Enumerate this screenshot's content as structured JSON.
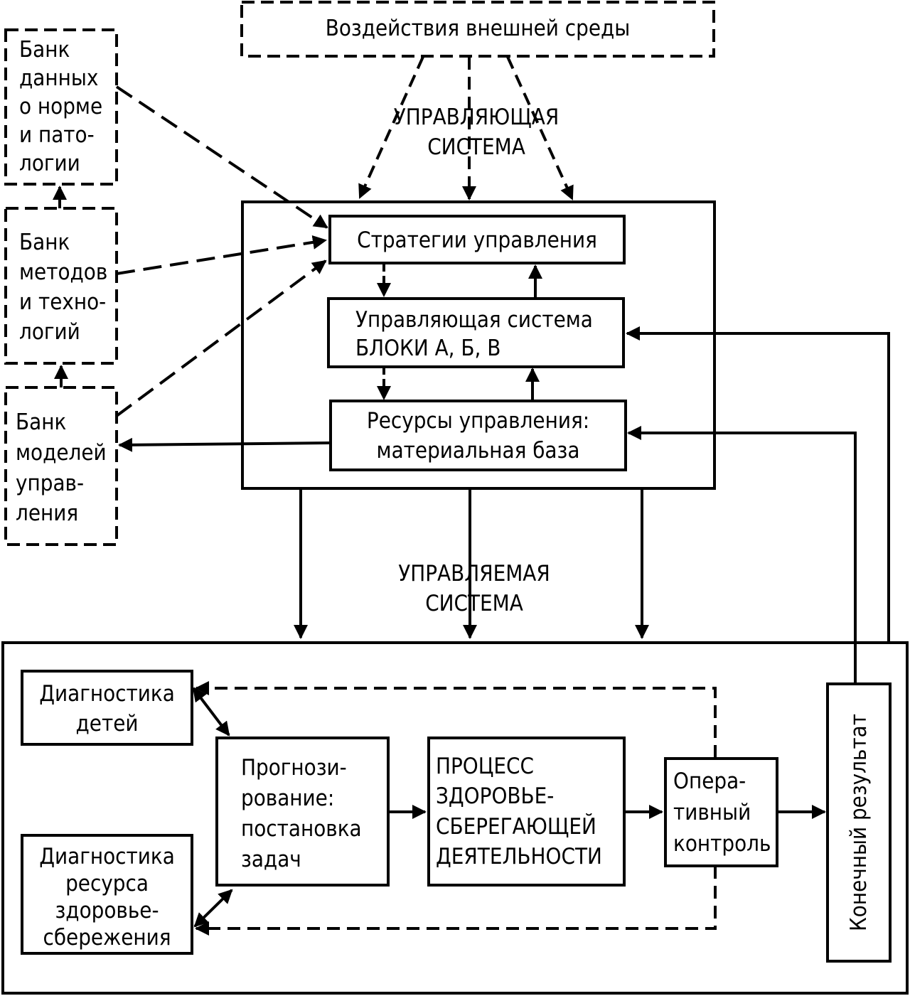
{
  "external": {
    "label": "Воздействия внешней среды"
  },
  "banks": {
    "data_bank": [
      "Банк",
      "данных",
      "о норме",
      "и пато-",
      "логии"
    ],
    "methods_bank": [
      "Банк",
      "методов",
      "и техно-",
      "логий"
    ],
    "models_bank": [
      "Банк",
      "моделей",
      "управ-",
      "ления"
    ]
  },
  "control_system": {
    "section_label": [
      "УПРАВЛЯЮЩАЯ",
      "СИСТЕМА"
    ],
    "strategies": "Стратегии управления",
    "control_blocks": [
      "Управляющая система",
      "БЛОКИ А, Б, В"
    ],
    "resources": [
      "Ресурсы управления:",
      "материальная база"
    ]
  },
  "managed_system": {
    "section_label": [
      "УПРАВЛЯЕМАЯ",
      "СИСТЕМА"
    ],
    "diagnostics_children": [
      "Диагностика",
      "детей"
    ],
    "diagnostics_resource": [
      "Диагностика",
      "ресурса",
      "здоровье-",
      "сбережения"
    ],
    "forecasting": [
      "Прогнози-",
      "рование:",
      "постановка",
      "задач"
    ],
    "process": [
      "ПРОЦЕСС",
      "ЗДОРОВЬЕ-",
      "СБЕРЕГАЮЩЕЙ",
      "ДЕЯТЕЛЬНОСТИ"
    ],
    "operational_control": [
      "Опера-",
      "тивный",
      "контроль"
    ],
    "final_result": "Конечный результат"
  },
  "colors": {
    "ink": "#000000",
    "background": "#ffffff"
  }
}
